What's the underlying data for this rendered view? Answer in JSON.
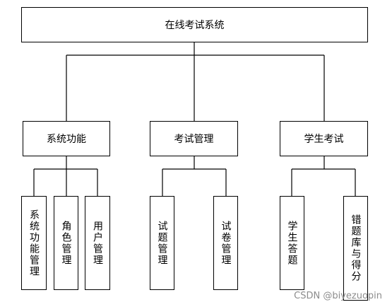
{
  "root": {
    "label": "在线考试系统"
  },
  "level2": [
    {
      "label": "系统功能"
    },
    {
      "label": "考试管理"
    },
    {
      "label": "学生考试"
    }
  ],
  "leaves": [
    {
      "label": "系统功能管理"
    },
    {
      "label": "角色管理"
    },
    {
      "label": "用户管理"
    },
    {
      "label": "试题管理"
    },
    {
      "label": "试卷管理"
    },
    {
      "label": "学生答题"
    },
    {
      "label": "错题库与得分"
    }
  ],
  "watermark": "CSDN @biyezuopin"
}
